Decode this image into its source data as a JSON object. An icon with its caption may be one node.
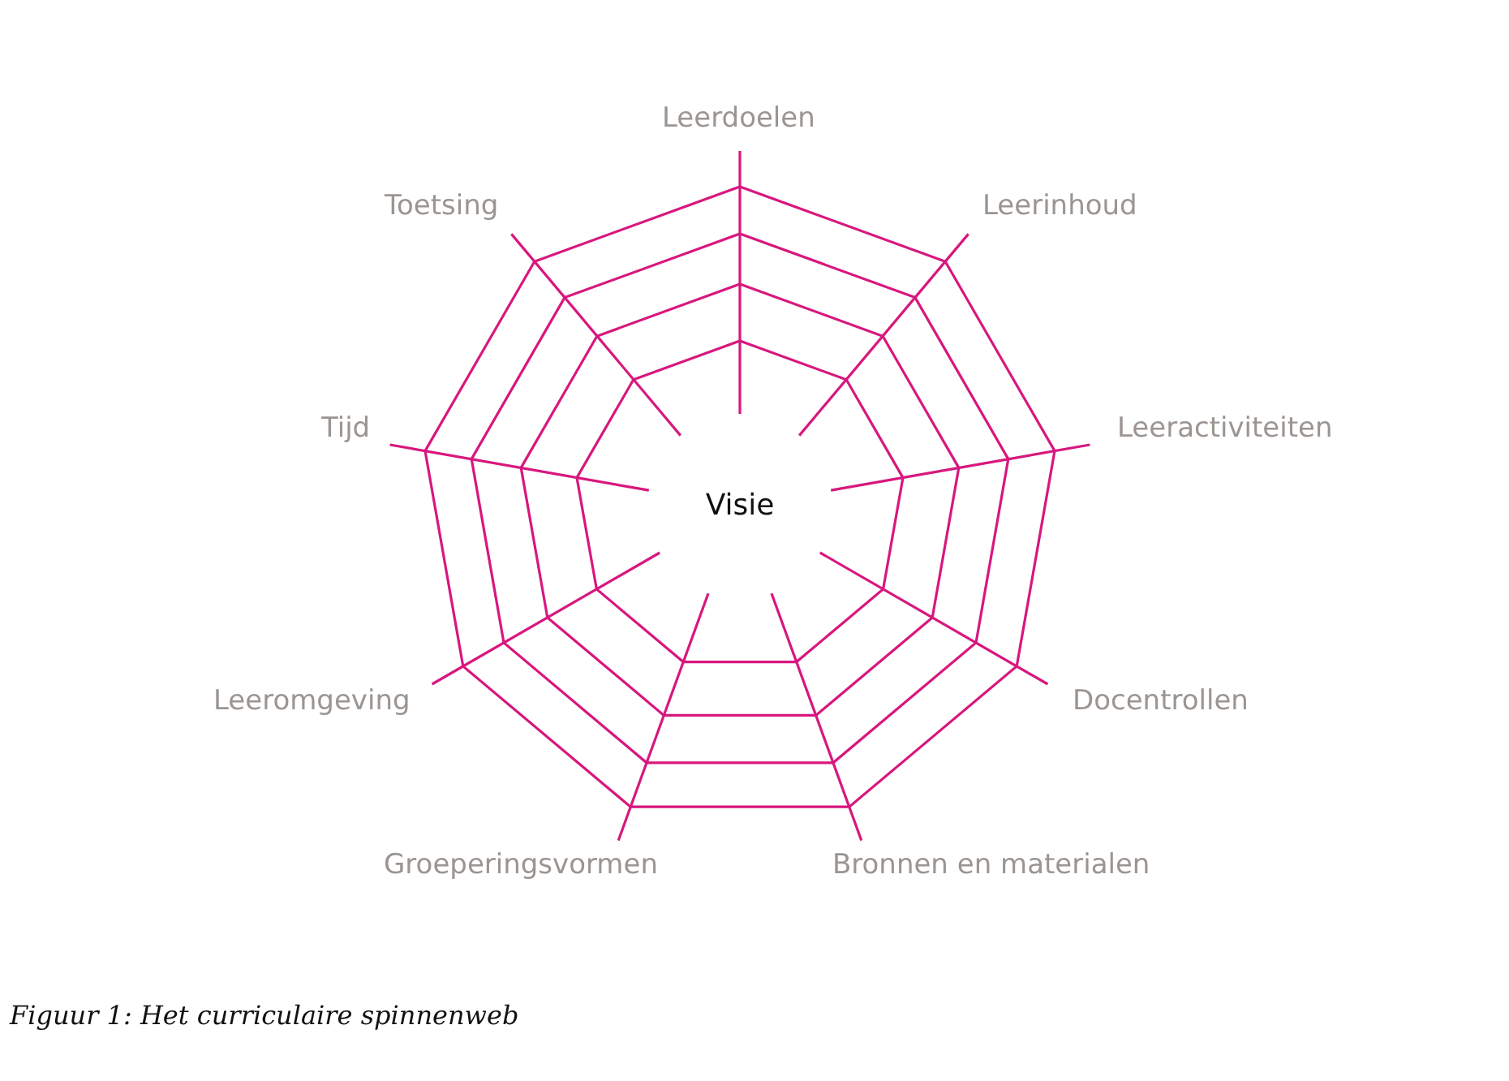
{
  "diagram": {
    "caption": "Figuur 1: Het curriculaire spinnenweb",
    "nodes": [
      {
        "text": [
          "Visie"
        ]
      },
      {
        "text": [
          "Leerdoelen"
        ]
      },
      {
        "text": [
          "Leerinhoud"
        ]
      },
      {
        "text": [
          "Leeractiviteiten"
        ]
      },
      {
        "text": [
          "Docentrollen"
        ]
      },
      {
        "text": [
          "Bronnen en materialen"
        ]
      },
      {
        "text": [
          "Groeperingsvormen"
        ]
      },
      {
        "text": [
          "Leeromgeving"
        ]
      },
      {
        "text": [
          "Tijd"
        ]
      },
      {
        "text": [
          "Toetsing"
        ]
      }
    ],
    "edges": [
      {
        "from": 0,
        "to": 1,
        "arrow": "none"
      },
      {
        "from": 0,
        "to": 2,
        "arrow": "none"
      },
      {
        "from": 0,
        "to": 3,
        "arrow": "none"
      },
      {
        "from": 0,
        "to": 4,
        "arrow": "none"
      },
      {
        "from": 0,
        "to": 5,
        "arrow": "none"
      },
      {
        "from": 0,
        "to": 6,
        "arrow": "none"
      },
      {
        "from": 0,
        "to": 7,
        "arrow": "none"
      },
      {
        "from": 0,
        "to": 8,
        "arrow": "none"
      },
      {
        "from": 0,
        "to": 9,
        "arrow": "none"
      }
    ]
  }
}
